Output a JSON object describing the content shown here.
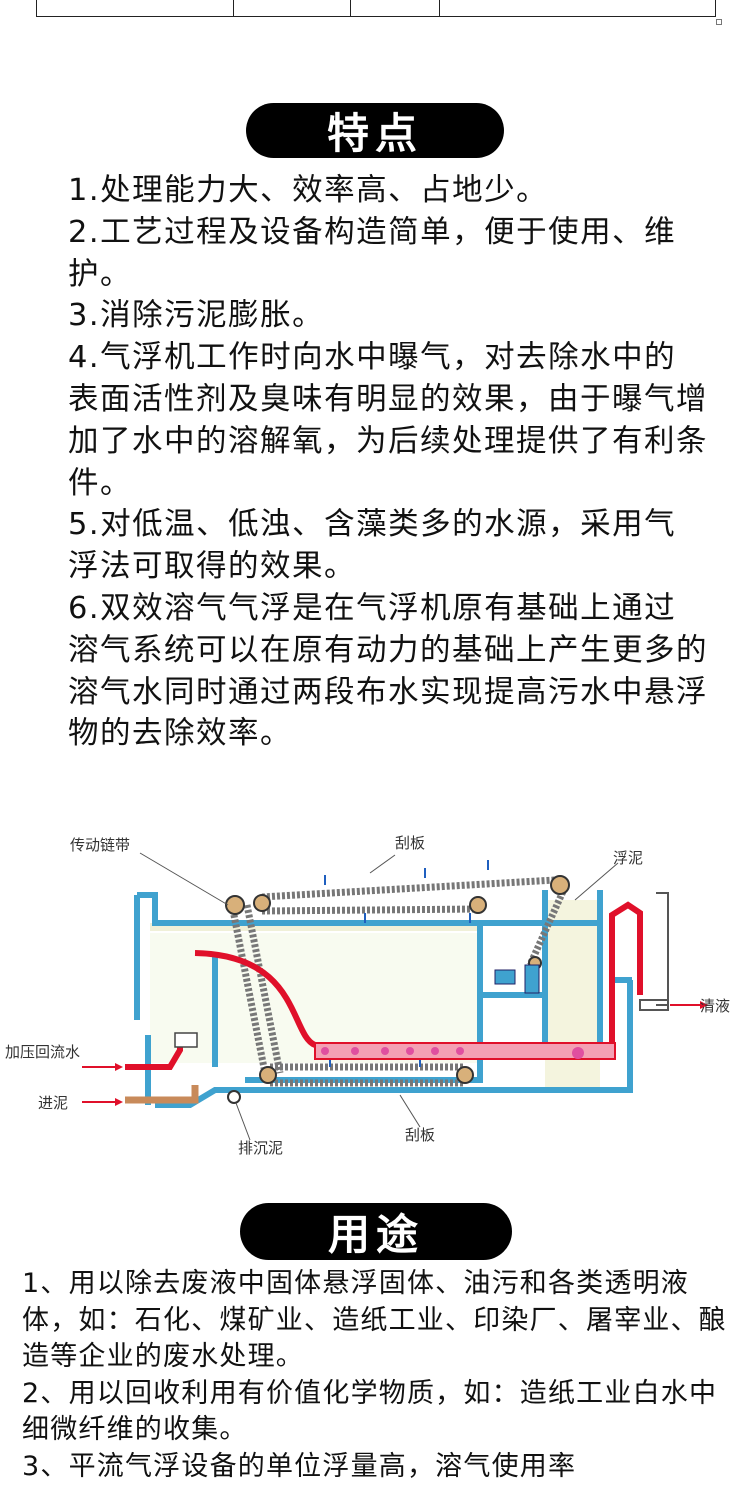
{
  "features": {
    "title": "特点",
    "items": [
      "1.处理能力大、效率高、占地少。",
      "2.工艺过程及设备构造简单，便于使用、维护。",
      "3.消除污泥膨胀。",
      "4.气浮机工作时向水中曝气，对去除水中的表面活性剂及臭味有明显的效果，由于曝气增加了水中的溶解氧，为后续处理提供了有利条件。",
      "5.对低温、低浊、含藻类多的水源，采用气浮法可取得的效果。",
      "6.双效溶气气浮是在气浮机原有基础上通过溶气系统可以在原有动力的基础上产生更多的溶气水同时通过两段布水实现提高污水中悬浮物的去除效率。"
    ]
  },
  "diagram": {
    "labels": {
      "drive_chain": "传动链带",
      "scraper_top": "刮板",
      "float_sludge": "浮泥",
      "clear_liquid": "清液",
      "pressurized_return": "加压回流水",
      "inlet_sludge": "进泥",
      "discharge_sludge": "排沉泥",
      "scraper_bottom": "刮板"
    },
    "colors": {
      "tank": "#3fa2cf",
      "return_pipe": "#e0102a",
      "inlet_pipe": "#c88a5a",
      "foam": "#8c8c3a"
    }
  },
  "usage": {
    "title": "用途",
    "items": [
      "1、用以除去废液中固体悬浮固体、油污和各类透明液体，如：石化、煤矿业、造纸工业、印染厂、屠宰业、酿造等企业的废水处理。",
      "2、用以回收利用有价值化学物质，如：造纸工业白水中细微纤维的收集。",
      "3、平流气浮设备的单位浮量高，溶气使用率"
    ]
  }
}
